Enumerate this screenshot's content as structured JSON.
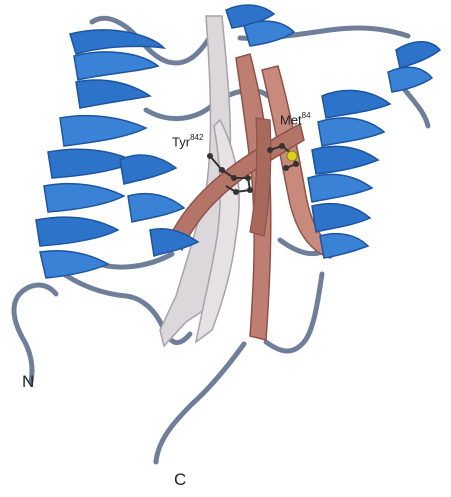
{
  "figure": {
    "labels": {
      "n_terminus": "N",
      "c_terminus": "C",
      "residue_1": {
        "name": "Tyr",
        "number": "842"
      },
      "residue_2": {
        "name": "Met",
        "number": "84"
      }
    },
    "colors": {
      "helix": "#2c73c9",
      "helix_dark": "#1d55a0",
      "strand_a": "#bf7e72",
      "strand_a_dark": "#8f5248",
      "strand_b": "#dcd7da",
      "strand_b_dark": "#a9a2a8",
      "coil": "#6f7f9a",
      "sulfur": "#d8d21a",
      "bond": "#333333"
    }
  }
}
